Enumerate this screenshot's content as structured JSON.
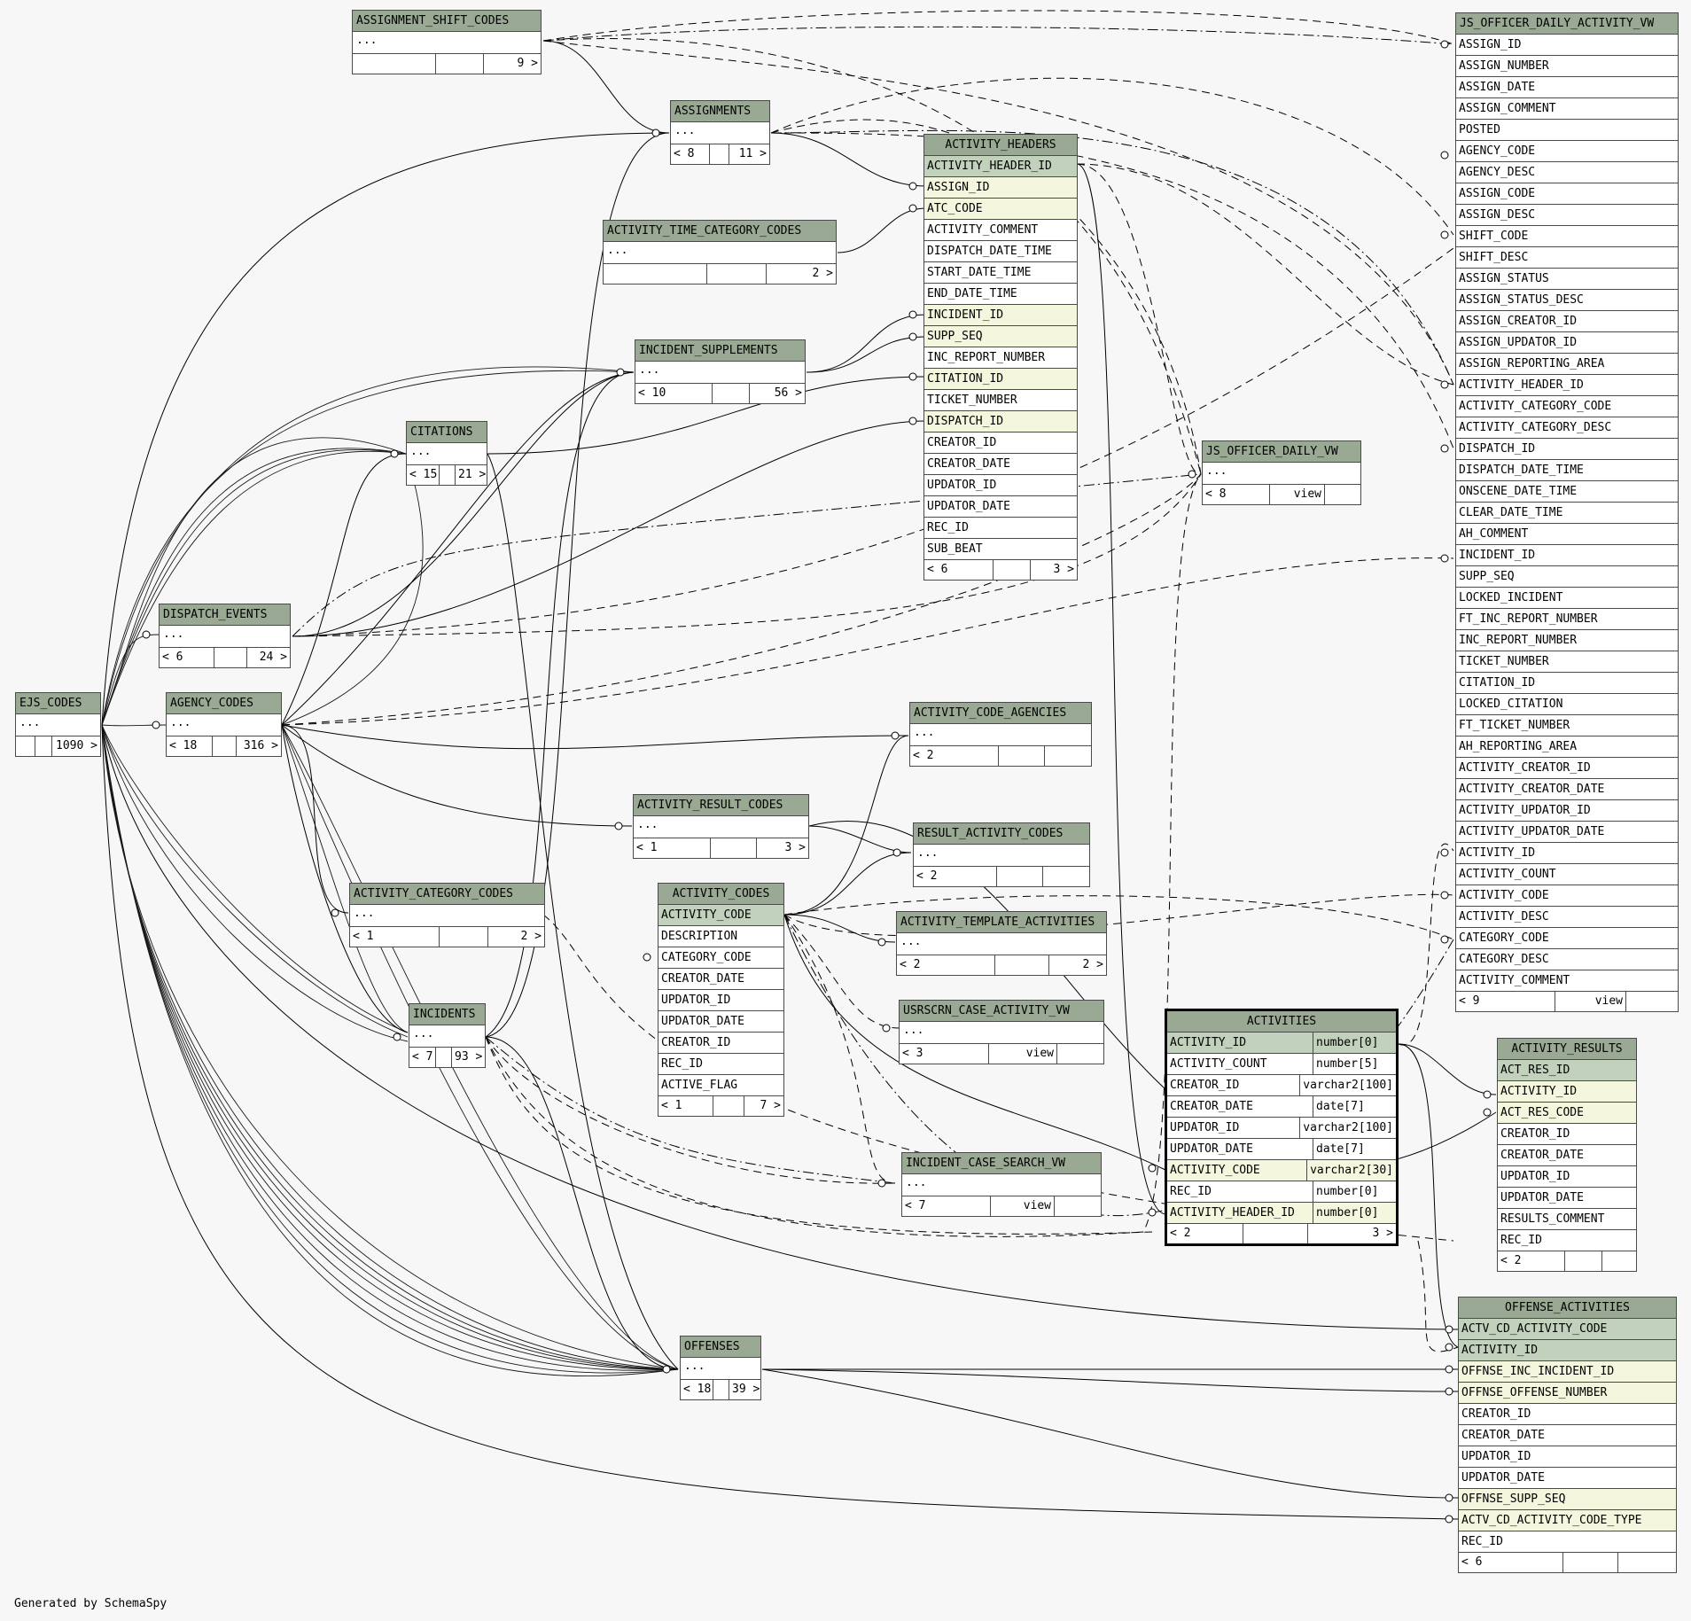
{
  "footer_text": "Generated by SchemaSpy",
  "tables": {
    "assignment_shift_codes": {
      "name": "ASSIGNMENT_SHIFT_CODES",
      "footer": [
        "",
        "",
        "9 >"
      ]
    },
    "assignments": {
      "name": "ASSIGNMENTS",
      "footer": [
        "< 8",
        "",
        "11 >"
      ]
    },
    "activity_headers": {
      "name": "ACTIVITY_HEADERS",
      "footer": [
        "< 6",
        "",
        "3 >"
      ],
      "columns": [
        "ACTIVITY_HEADER_ID",
        "ASSIGN_ID",
        "ATC_CODE",
        "ACTIVITY_COMMENT",
        "DISPATCH_DATE_TIME",
        "START_DATE_TIME",
        "END_DATE_TIME",
        "INCIDENT_ID",
        "SUPP_SEQ",
        "INC_REPORT_NUMBER",
        "CITATION_ID",
        "TICKET_NUMBER",
        "DISPATCH_ID",
        "CREATOR_ID",
        "CREATOR_DATE",
        "UPDATOR_ID",
        "UPDATOR_DATE",
        "REC_ID",
        "SUB_BEAT"
      ]
    },
    "activity_time_category_codes": {
      "name": "ACTIVITY_TIME_CATEGORY_CODES",
      "footer": [
        "",
        "",
        "2 >"
      ]
    },
    "incident_supplements": {
      "name": "INCIDENT_SUPPLEMENTS",
      "footer": [
        "< 10",
        "",
        "56 >"
      ]
    },
    "citations": {
      "name": "CITATIONS",
      "footer": [
        "< 15",
        "",
        "21 >"
      ]
    },
    "dispatch_events": {
      "name": "DISPATCH_EVENTS",
      "footer": [
        "< 6",
        "",
        "24 >"
      ]
    },
    "ejs_codes": {
      "name": "EJS_CODES",
      "footer": [
        "",
        "",
        "1090 >"
      ]
    },
    "agency_codes": {
      "name": "AGENCY_CODES",
      "footer": [
        "< 18",
        "",
        "316 >"
      ]
    },
    "js_officer_daily_vw": {
      "name": "JS_OFFICER_DAILY_VW",
      "footer": [
        "< 8",
        "view",
        ""
      ]
    },
    "activity_code_agencies": {
      "name": "ACTIVITY_CODE_AGENCIES",
      "footer": [
        "< 2",
        "",
        ""
      ]
    },
    "activity_result_codes": {
      "name": "ACTIVITY_RESULT_CODES",
      "footer": [
        "< 1",
        "",
        "3 >"
      ]
    },
    "result_activity_codes": {
      "name": "RESULT_ACTIVITY_CODES",
      "footer": [
        "< 2",
        "",
        ""
      ]
    },
    "activity_category_codes": {
      "name": "ACTIVITY_CATEGORY_CODES",
      "footer": [
        "< 1",
        "",
        "2 >"
      ]
    },
    "activity_codes": {
      "name": "ACTIVITY_CODES",
      "footer": [
        "< 1",
        "",
        "7 >"
      ],
      "columns": [
        "ACTIVITY_CODE",
        "DESCRIPTION",
        "CATEGORY_CODE",
        "CREATOR_DATE",
        "UPDATOR_ID",
        "UPDATOR_DATE",
        "CREATOR_ID",
        "REC_ID",
        "ACTIVE_FLAG"
      ]
    },
    "activity_template_activities": {
      "name": "ACTIVITY_TEMPLATE_ACTIVITIES",
      "footer": [
        "< 2",
        "",
        "2 >"
      ]
    },
    "usrscrn_case_activity_vw": {
      "name": "USRSCRN_CASE_ACTIVITY_VW",
      "footer": [
        "< 3",
        "view",
        ""
      ]
    },
    "incidents": {
      "name": "INCIDENTS",
      "footer": [
        "< 7",
        "",
        "93 >"
      ]
    },
    "incident_case_search_vw": {
      "name": "INCIDENT_CASE_SEARCH_VW",
      "footer": [
        "< 7",
        "view",
        ""
      ]
    },
    "activities": {
      "name": "ACTIVITIES",
      "footer": [
        "< 2",
        "",
        "3 >"
      ],
      "columns": [
        {
          "name": "ACTIVITY_ID",
          "type": "number[0]"
        },
        {
          "name": "ACTIVITY_COUNT",
          "type": "number[5]"
        },
        {
          "name": "CREATOR_ID",
          "type": "varchar2[100]"
        },
        {
          "name": "CREATOR_DATE",
          "type": "date[7]"
        },
        {
          "name": "UPDATOR_ID",
          "type": "varchar2[100]"
        },
        {
          "name": "UPDATOR_DATE",
          "type": "date[7]"
        },
        {
          "name": "ACTIVITY_CODE",
          "type": "varchar2[30]"
        },
        {
          "name": "REC_ID",
          "type": "number[0]"
        },
        {
          "name": "ACTIVITY_HEADER_ID",
          "type": "number[0]"
        }
      ]
    },
    "activity_results": {
      "name": "ACTIVITY_RESULTS",
      "footer": [
        "< 2",
        "",
        ""
      ],
      "columns": [
        "ACT_RES_ID",
        "ACTIVITY_ID",
        "ACT_RES_CODE",
        "CREATOR_ID",
        "CREATOR_DATE",
        "UPDATOR_ID",
        "UPDATOR_DATE",
        "RESULTS_COMMENT",
        "REC_ID"
      ]
    },
    "offenses": {
      "name": "OFFENSES",
      "footer": [
        "< 18",
        "",
        "39 >"
      ]
    },
    "js_officer_daily_activity_vw": {
      "name": "JS_OFFICER_DAILY_ACTIVITY_VW",
      "footer": [
        "< 9",
        "view",
        ""
      ],
      "columns": [
        "ASSIGN_ID",
        "ASSIGN_NUMBER",
        "ASSIGN_DATE",
        "ASSIGN_COMMENT",
        "POSTED",
        "AGENCY_CODE",
        "AGENCY_DESC",
        "ASSIGN_CODE",
        "ASSIGN_DESC",
        "SHIFT_CODE",
        "SHIFT_DESC",
        "ASSIGN_STATUS",
        "ASSIGN_STATUS_DESC",
        "ASSIGN_CREATOR_ID",
        "ASSIGN_UPDATOR_ID",
        "ASSIGN_REPORTING_AREA",
        "ACTIVITY_HEADER_ID",
        "ACTIVITY_CATEGORY_CODE",
        "ACTIVITY_CATEGORY_DESC",
        "DISPATCH_ID",
        "DISPATCH_DATE_TIME",
        "ONSCENE_DATE_TIME",
        "CLEAR_DATE_TIME",
        "AH_COMMENT",
        "INCIDENT_ID",
        "SUPP_SEQ",
        "LOCKED_INCIDENT",
        "FT_INC_REPORT_NUMBER",
        "INC_REPORT_NUMBER",
        "TICKET_NUMBER",
        "CITATION_ID",
        "LOCKED_CITATION",
        "FT_TICKET_NUMBER",
        "AH_REPORTING_AREA",
        "ACTIVITY_CREATOR_ID",
        "ACTIVITY_CREATOR_DATE",
        "ACTIVITY_UPDATOR_ID",
        "ACTIVITY_UPDATOR_DATE",
        "ACTIVITY_ID",
        "ACTIVITY_COUNT",
        "ACTIVITY_CODE",
        "ACTIVITY_DESC",
        "CATEGORY_CODE",
        "CATEGORY_DESC",
        "ACTIVITY_COMMENT"
      ]
    },
    "offense_activities": {
      "name": "OFFENSE_ACTIVITIES",
      "footer": [
        "< 6",
        "",
        ""
      ],
      "columns": [
        "ACTV_CD_ACTIVITY_CODE",
        "ACTIVITY_ID",
        "OFFNSE_INC_INCIDENT_ID",
        "OFFNSE_OFFENSE_NUMBER",
        "CREATOR_ID",
        "CREATOR_DATE",
        "UPDATOR_ID",
        "UPDATOR_DATE",
        "OFFNSE_SUPP_SEQ",
        "ACTV_CD_ACTIVITY_CODE_TYPE",
        "REC_ID"
      ]
    }
  }
}
